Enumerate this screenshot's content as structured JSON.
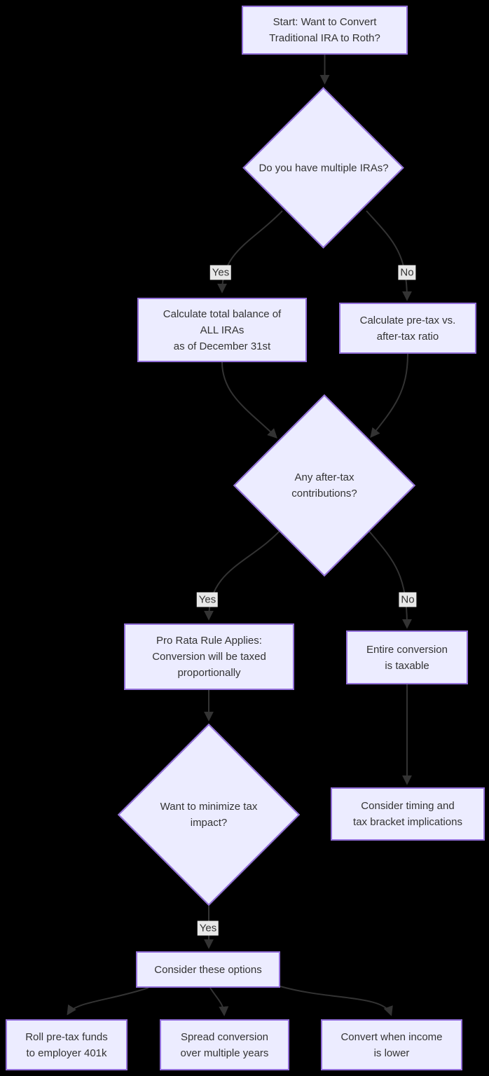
{
  "diagram": {
    "type": "flowchart",
    "background_color": "#000000",
    "node_fill_color": "#ECECFF",
    "node_border_color": "#9370DB",
    "edge_color": "#333333",
    "text_color": "#333333",
    "edge_label_bg_color": "#e8e8e8",
    "nodes": {
      "start": {
        "label": "Start: Want to Convert\nTraditional IRA to Roth?"
      },
      "decision_multiple_iras": {
        "label": "Do you have multiple IRAs?"
      },
      "calc_total_balance": {
        "label": "Calculate total balance of\nALL IRAs\nas of December 31st"
      },
      "calc_ratio": {
        "label": "Calculate pre-tax vs.\nafter-tax ratio"
      },
      "decision_after_tax": {
        "label": "Any after-tax\ncontributions?"
      },
      "pro_rata": {
        "label": "Pro Rata Rule Applies:\nConversion will be taxed\nproportionally"
      },
      "entire_taxable": {
        "label": "Entire conversion\nis taxable"
      },
      "decision_minimize_tax": {
        "label": "Want to minimize tax\nimpact?"
      },
      "timing_brackets": {
        "label": "Consider timing and\ntax bracket implications"
      },
      "consider_options": {
        "label": "Consider these options"
      },
      "roll_401k": {
        "label": "Roll pre-tax funds\nto employer 401k"
      },
      "spread_years": {
        "label": "Spread conversion\nover multiple years"
      },
      "convert_lower_income": {
        "label": "Convert when income\nis lower"
      }
    },
    "edge_labels": {
      "yes1": "Yes",
      "no1": "No",
      "yes2": "Yes",
      "no2": "No",
      "yes3": "Yes"
    }
  }
}
